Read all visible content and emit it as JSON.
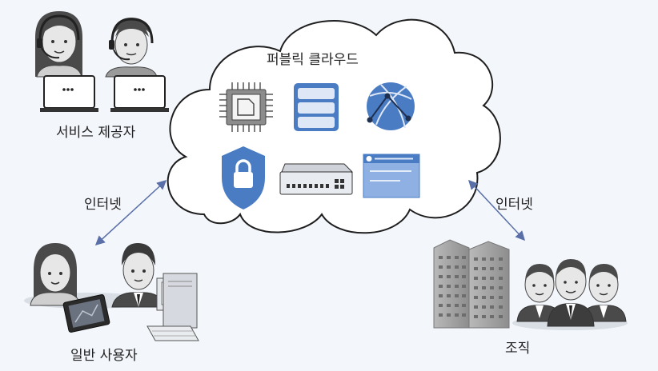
{
  "cloud": {
    "title": "퍼블릭 클라우드"
  },
  "groups": {
    "service_providers": {
      "label": "서비스 제공자"
    },
    "general_users": {
      "label": "일반 사용자"
    },
    "organization": {
      "label": "조직"
    }
  },
  "links": {
    "left": {
      "label": "인터넷"
    },
    "right": {
      "label": "인터넷"
    }
  },
  "colors": {
    "background": "#f3f6fb",
    "cloud_stroke": "#222222",
    "accent_blue": "#4a7cc4",
    "arrow": "#5a6fa8",
    "building_gray": "#9a9a9a"
  },
  "icons": [
    "cpu-chip-icon",
    "database-icon",
    "network-globe-icon",
    "security-lock-icon",
    "network-switch-icon",
    "browser-window-icon"
  ]
}
